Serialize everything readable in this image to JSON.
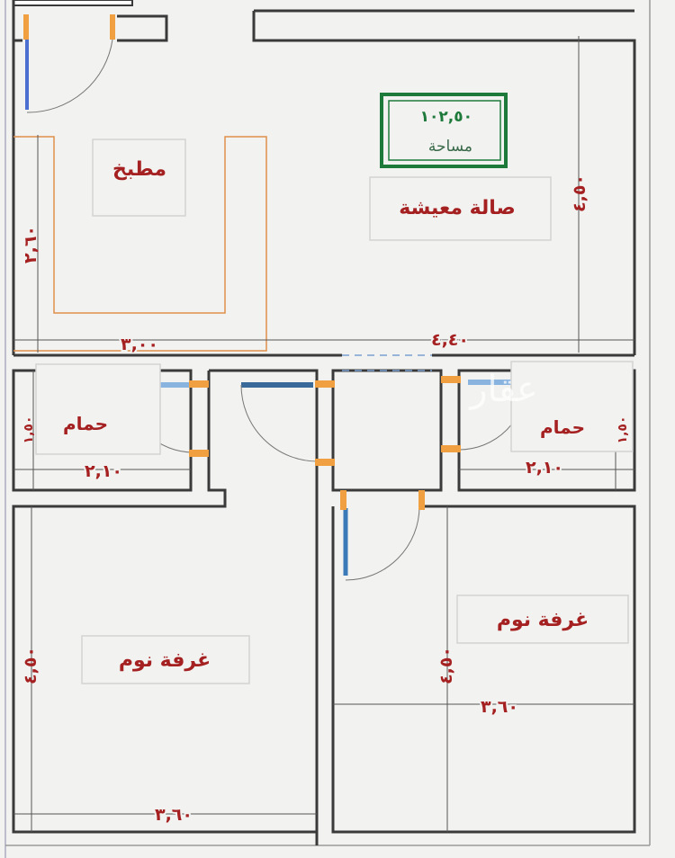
{
  "rooms": {
    "kitchen": "مطبخ",
    "living": "صالة معيشة",
    "bath_left": "حمام",
    "bath_right": "حمام",
    "bedroom_left": "غرفة نوم",
    "bedroom_right": "غرفة نوم"
  },
  "area_badge": {
    "value": "١٠٢,٥٠",
    "label": "مساحة",
    "color": "#1e7a3a"
  },
  "dimensions": {
    "kitchen_width": "٣,٠٠",
    "kitchen_height": "٢,٦٠",
    "living_width": "٤,٤٠",
    "living_height": "٤,٥٠",
    "bath_left_width": "٢,١٠",
    "bath_left_height": "١,٥٠",
    "bath_right_width": "٢,١٠",
    "bath_right_height": "١,٥٠",
    "bedroom_left_width": "٣,٦٠",
    "bedroom_left_height": "٤,٥٠",
    "bedroom_right_width": "٣,٦٠",
    "bedroom_right_height": "٤,٥٠"
  },
  "watermark": "عقار",
  "colors": {
    "label": "#a52020",
    "door_frame": "#f0a040",
    "door_leaf": "#4a7fb5"
  }
}
